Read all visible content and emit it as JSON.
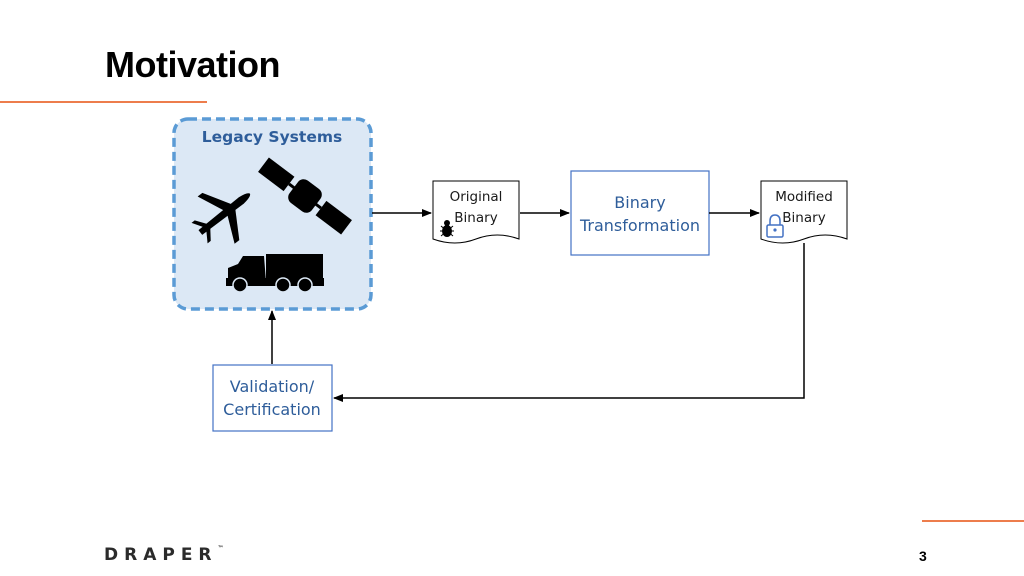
{
  "slide": {
    "title": "Motivation",
    "page_number": "3",
    "logo": "DRAPER",
    "logo_tm": "™",
    "accent_color": "#ed7d4c"
  },
  "diagram": {
    "legacy": {
      "title": "Legacy Systems",
      "icons": [
        "airplane-icon",
        "satellite-icon",
        "military-truck-icon"
      ],
      "fill": "#dce8f5",
      "border": "#5b9bd5"
    },
    "original_binary": {
      "line1": "Original",
      "line2": "Binary",
      "icon": "bug-icon"
    },
    "transformation": {
      "line1": "Binary",
      "line2": "Transformation"
    },
    "modified_binary": {
      "line1": "Modified",
      "line2": "Binary",
      "icon": "lock-icon"
    },
    "validation": {
      "line1": "Validation/",
      "line2": "Certification"
    },
    "box_border": "#4472c4",
    "text_color": "#2e5d9a"
  }
}
